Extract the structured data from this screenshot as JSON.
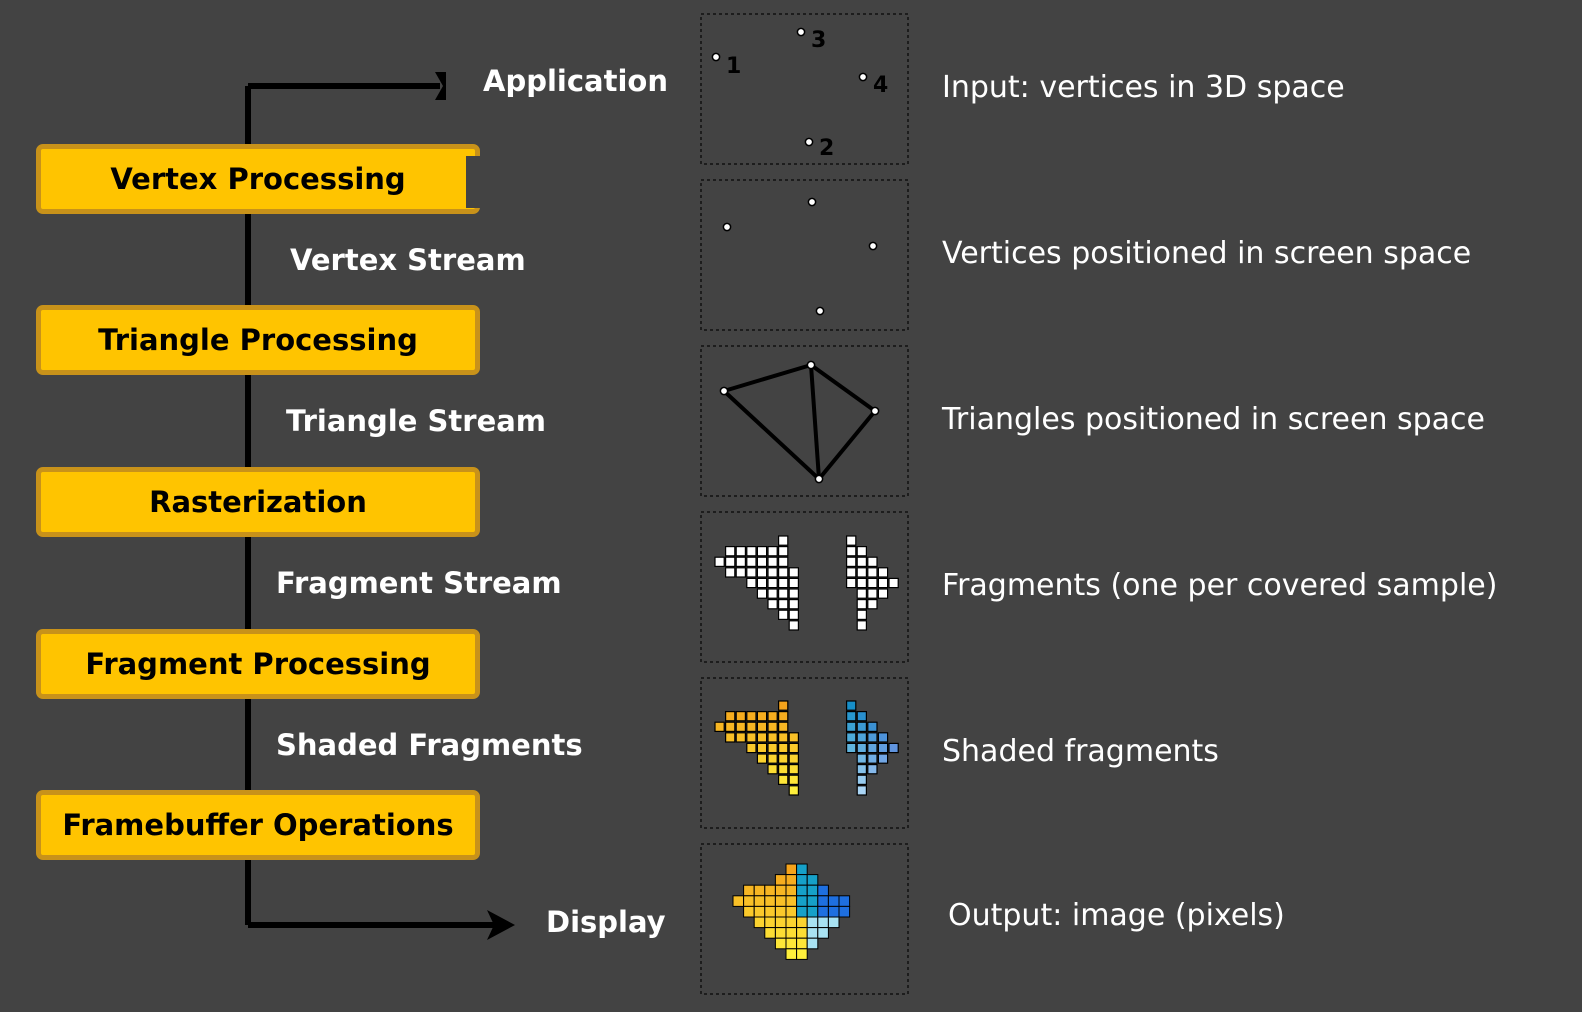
{
  "pipeline": {
    "input_label": "Application",
    "output_label": "Display",
    "stages": [
      {
        "label": "Vertex Processing"
      },
      {
        "label": "Triangle Processing"
      },
      {
        "label": "Rasterization"
      },
      {
        "label": "Fragment Processing"
      },
      {
        "label": "Framebuffer Operations"
      }
    ],
    "streams": [
      {
        "label": "Vertex Stream"
      },
      {
        "label": "Triangle Stream"
      },
      {
        "label": "Fragment Stream"
      },
      {
        "label": "Shaded Fragments"
      }
    ]
  },
  "descriptions": [
    "Input: vertices in 3D space",
    "Vertices positioned in screen space",
    "Triangles positioned in screen space",
    "Fragments (one per covered sample)",
    "Shaded fragments",
    "Output: image (pixels)"
  ],
  "vertex_labels": [
    "1",
    "2",
    "3",
    "4"
  ],
  "colors": {
    "background": "#434343",
    "stage_fill": "#ffc400",
    "stage_border": "#c8921a",
    "panel_border": "#000000",
    "fragment_fill": "#ffffff",
    "orange_shade": "#f5a31b",
    "yellow_shade": "#fff033",
    "blue_shade": "#1e6fe0",
    "cyan_shade": "#16a0c8"
  },
  "icons": [
    "arrow-left-icon",
    "arrow-right-icon"
  ]
}
